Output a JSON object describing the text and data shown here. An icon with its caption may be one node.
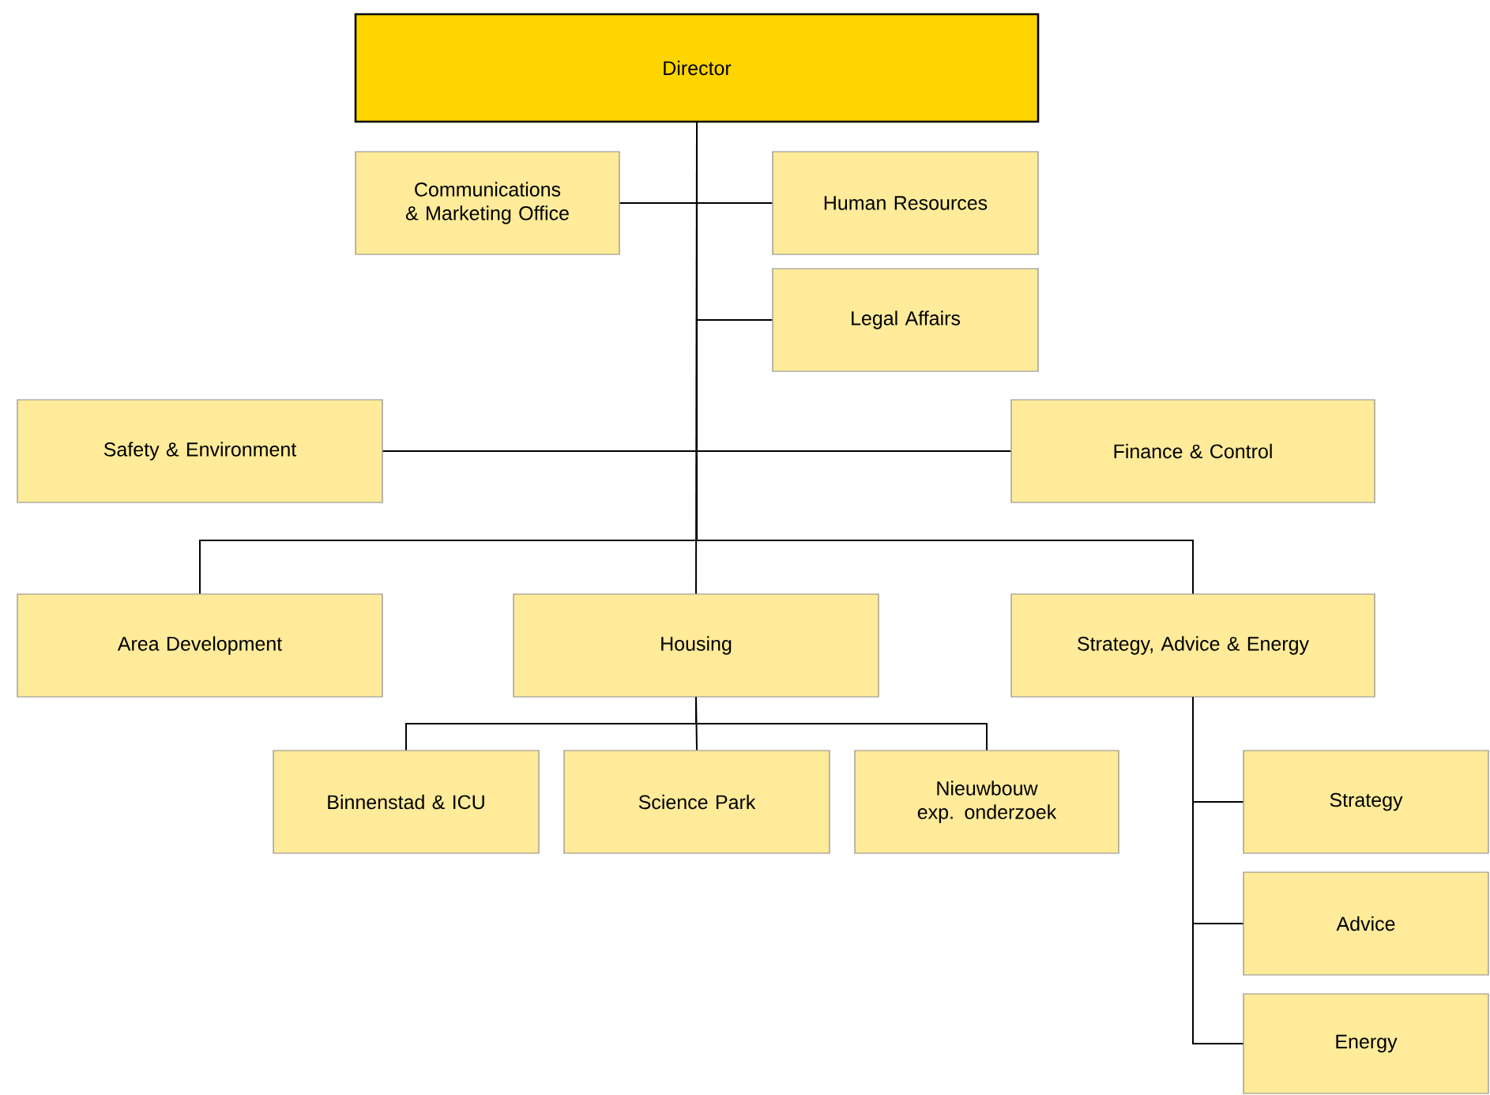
{
  "diagram": {
    "nodes": [
      {
        "text": [
          "Director"
        ]
      },
      {
        "text": [
          "Communications & Marketing Office"
        ]
      },
      {
        "text": [
          "Human Resources"
        ]
      },
      {
        "text": [
          "Legal Affairs"
        ]
      },
      {
        "text": [
          "Safety & Environment"
        ]
      },
      {
        "text": [
          "Finance & Control"
        ]
      },
      {
        "text": [
          "Area Development"
        ]
      },
      {
        "text": [
          "Housing"
        ]
      },
      {
        "text": [
          "Strategy, Advice & Energy"
        ]
      },
      {
        "text": [
          "Binnenstad & ICU"
        ]
      },
      {
        "text": [
          "Science Park"
        ]
      },
      {
        "text": [
          "Nieuwbouw exp. onderzoek"
        ]
      },
      {
        "text": [
          "Strategy"
        ]
      },
      {
        "text": [
          "Advice"
        ]
      },
      {
        "text": [
          "Energy"
        ]
      }
    ],
    "edges": [
      {
        "from": 0,
        "to": 1,
        "arrow": "none"
      },
      {
        "from": 0,
        "to": 2,
        "arrow": "none"
      },
      {
        "from": 0,
        "to": 3,
        "arrow": "none"
      },
      {
        "from": 0,
        "to": 4,
        "arrow": "none"
      },
      {
        "from": 0,
        "to": 5,
        "arrow": "none"
      },
      {
        "from": 0,
        "to": 6,
        "arrow": "none"
      },
      {
        "from": 0,
        "to": 7,
        "arrow": "none"
      },
      {
        "from": 0,
        "to": 8,
        "arrow": "none"
      },
      {
        "from": 7,
        "to": 9,
        "arrow": "none"
      },
      {
        "from": 7,
        "to": 10,
        "arrow": "none"
      },
      {
        "from": 7,
        "to": 11,
        "arrow": "none"
      },
      {
        "from": 8,
        "to": 12,
        "arrow": "none"
      },
      {
        "from": 8,
        "to": 13,
        "arrow": "none"
      },
      {
        "from": 8,
        "to": 14,
        "arrow": "none"
      }
    ]
  }
}
